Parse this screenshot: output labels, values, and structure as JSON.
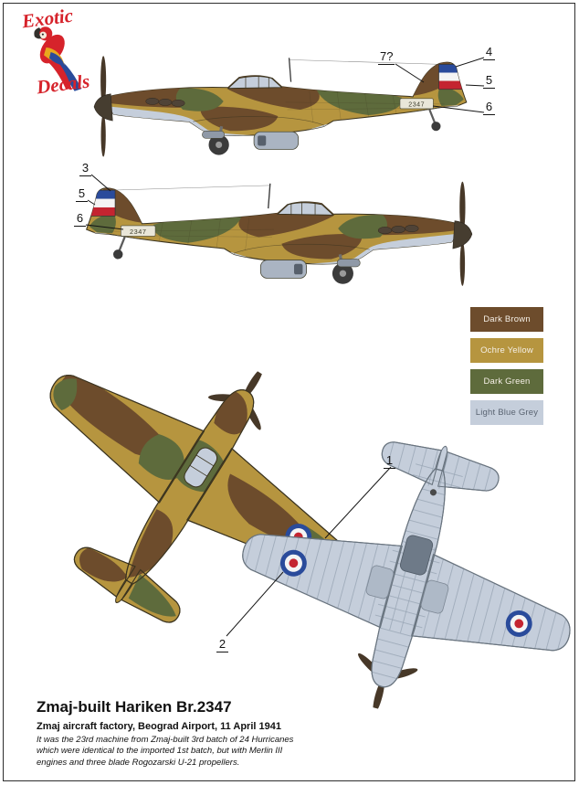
{
  "logo": {
    "line1": "Exotic",
    "line2": "Decals",
    "brand_color": "#d6232b"
  },
  "callouts": {
    "profile_top": {
      "a": "7?",
      "b": "4",
      "c": "5",
      "d": "6"
    },
    "profile_bottom": {
      "a": "3",
      "b": "5",
      "c": "6"
    },
    "plan_top": "1",
    "plan_bottom": "2"
  },
  "markings": {
    "serial": "2347"
  },
  "legend": {
    "items": [
      {
        "label": "Dark Brown",
        "color": "#6d4c2c",
        "text_color": "#f5efe6"
      },
      {
        "label": "Ochre Yellow",
        "color": "#b6953f",
        "text_color": "#f5efe6"
      },
      {
        "label": "Dark Green",
        "color": "#5e6b3c",
        "text_color": "#f5efe6"
      },
      {
        "label": "Light Blue Grey",
        "color": "#c5cedb",
        "text_color": "#5a6472"
      }
    ]
  },
  "caption": {
    "title": "Zmaj-built Hariken Br.2347",
    "subtitle": "Zmaj aircraft factory, Beograd Airport, 11 April 1941",
    "body": "It was the 23rd machine from Zmaj-built 3rd batch of 24 Hurricanes which were identical to the imported 1st batch, but with Merlin III engines and three blade Rogozarski U-21 propellers."
  }
}
